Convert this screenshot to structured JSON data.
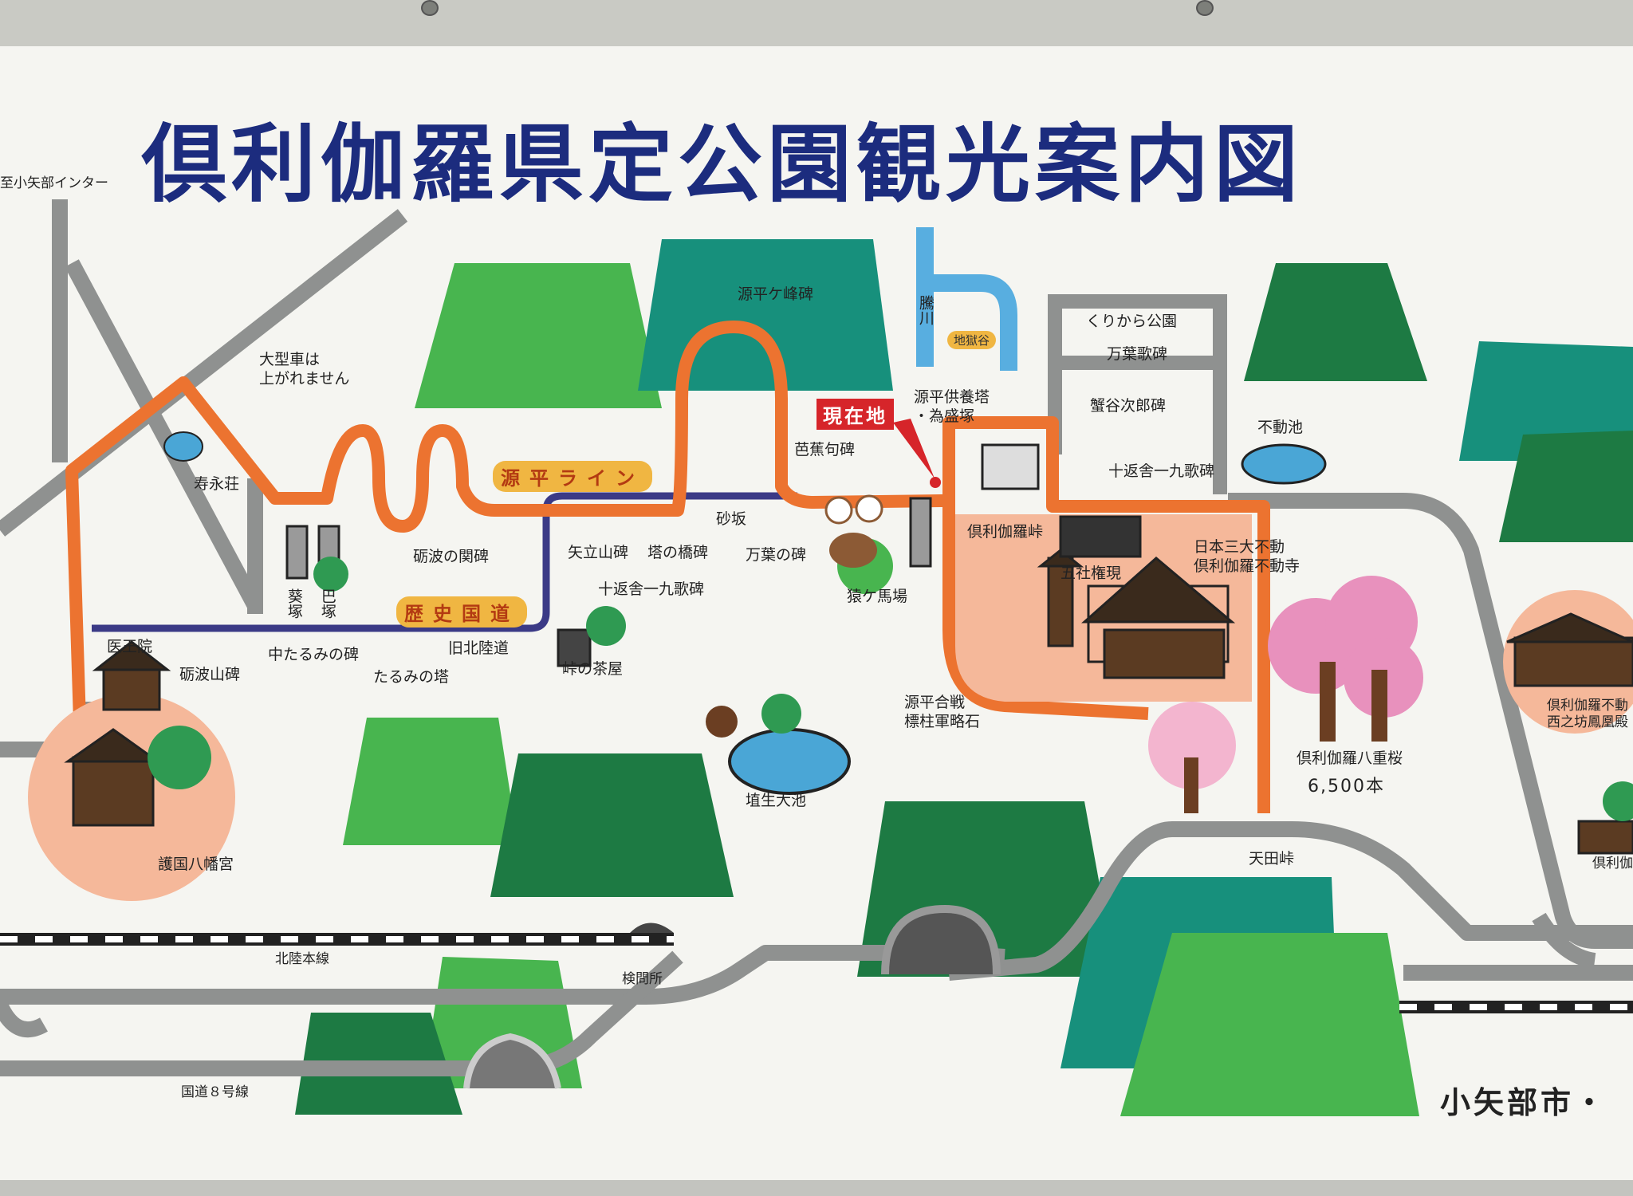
{
  "title": "倶利伽羅県定公園観光案内図",
  "current_location": "現在地",
  "route_badges": {
    "genpei_line": "源平ライン",
    "rekishi_kokudo": "歴史国道"
  },
  "river_badge": "地獄谷",
  "footer_city": "小矢部市・",
  "labels": {
    "to_oyabe_ic": "至小矢部インター",
    "large_vehicles": "大型車は\n上がれません",
    "jueisou": "寿永荘",
    "tonami_seki": "砺波の関碑",
    "aoi_duka": "葵塚",
    "tomoe_duka": "巴塚",
    "iouin": "医王院",
    "tonamiyama": "砺波山碑",
    "nakatarumi": "中たるみの碑",
    "tarumi_tou": "たるみの塔",
    "kyu_hokurikudo": "旧北陸道",
    "gokoku_hachiman": "護国八幡宮",
    "genpei_gamine": "源平ケ峰碑",
    "yatateyama": "矢立山碑",
    "tounohashi": "塔の橋碑",
    "manyou": "万葉の碑",
    "sunazaka": "砂坂",
    "jippensha_1": "十返舎一九歌碑",
    "touge_chaya": "峠の茶屋",
    "bashou": "芭蕉句碑",
    "saru_ga_baba": "猿ケ馬場",
    "genpei_kuyoutou": "源平供養塔\n・為盛塚",
    "river": "騰川",
    "kurikara_park": "くりから公園",
    "manyou_kahi": "万葉歌碑",
    "wachi_jirou": "蟹谷次郎碑",
    "jippensha_2": "十返舎一九歌碑",
    "fudouike": "不動池",
    "kurikara_touge": "倶利伽羅峠",
    "goshagongen": "五社権現",
    "nihon_sandai": "日本三大不動\n倶利伽羅不動寺",
    "genpei_kassen": "源平合戦\n標柱軍略石",
    "hanyuu_ooike": "埴生大池",
    "yae_zakura": "倶利伽羅八重桜",
    "sakura_count": "6,500本",
    "tenden_touge": "天田峠",
    "kurikara_right": "倶利伽羅不動\n西之坊鳳凰殿",
    "kurikara_edge": "倶利伽",
    "hokuriku_line": "北陸本線",
    "inspection": "検問所",
    "route8": "国道８号線"
  },
  "colors": {
    "route_orange": "#ec7330",
    "old_road_purple": "#3b3a86",
    "road_gray": "#8f9190",
    "mountain_light": "#48b54f",
    "mountain_dark": "#1d7a43",
    "mountain_teal": "#17907c",
    "title_blue": "#1c2c7e",
    "area_peach": "#f5b89a"
  }
}
